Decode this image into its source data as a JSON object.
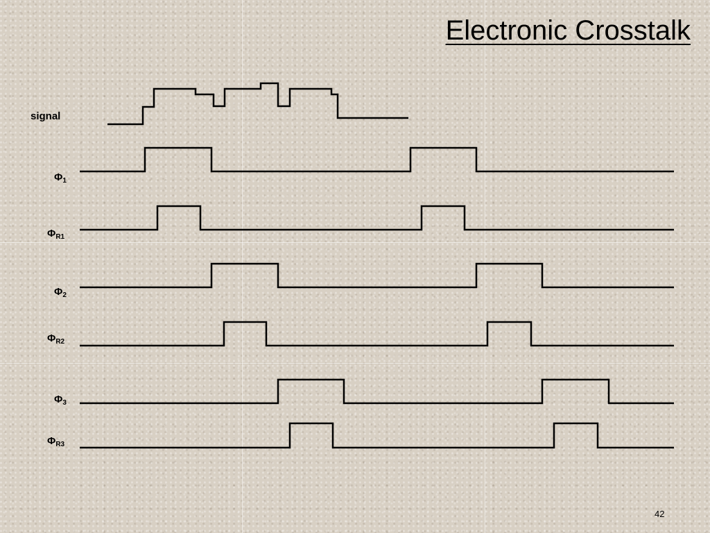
{
  "slide": {
    "title": "Electronic Crosstalk",
    "page_number": "42"
  },
  "labels": {
    "signal": "signal",
    "phi": "Φ",
    "phi1_sub": "1",
    "phiR1_sub": "R1",
    "phi2_sub": "2",
    "phiR2_sub": "R2",
    "phi3_sub": "3",
    "phiR3_sub": "R3"
  },
  "colors": {
    "background": "#d8d0c4",
    "waveform": "#000000"
  }
}
